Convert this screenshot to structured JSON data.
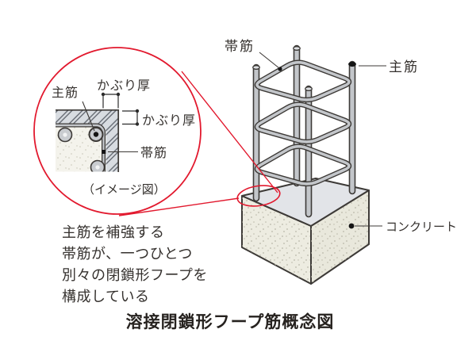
{
  "figure": {
    "caption": "溶接閉鎖形フープ筋概念図",
    "description": {
      "line1": "主筋を補強する",
      "line2": "帯筋が、一つひとつ",
      "line3": "別々の閉鎖形フープを",
      "line4": "構成している"
    },
    "inset": {
      "label_main_bar": "主筋",
      "label_cover_top": "かぶり厚",
      "label_cover_right": "かぶり厚",
      "label_hoop": "帯筋",
      "label_image_note": "（イメージ図）"
    },
    "cage": {
      "label_hoop": "帯筋",
      "label_main_bar": "主筋",
      "label_concrete": "コンクリート"
    },
    "colors": {
      "callout_red": "#e2192e",
      "steel_gray": "#c3c6ca",
      "line_dark": "#3d3a37",
      "concrete_side": "#edece1",
      "concrete_top": "#e2e4e8",
      "cover_band": "#d8dce1",
      "interior": "#f4f3ec",
      "text": "#35312e"
    }
  }
}
